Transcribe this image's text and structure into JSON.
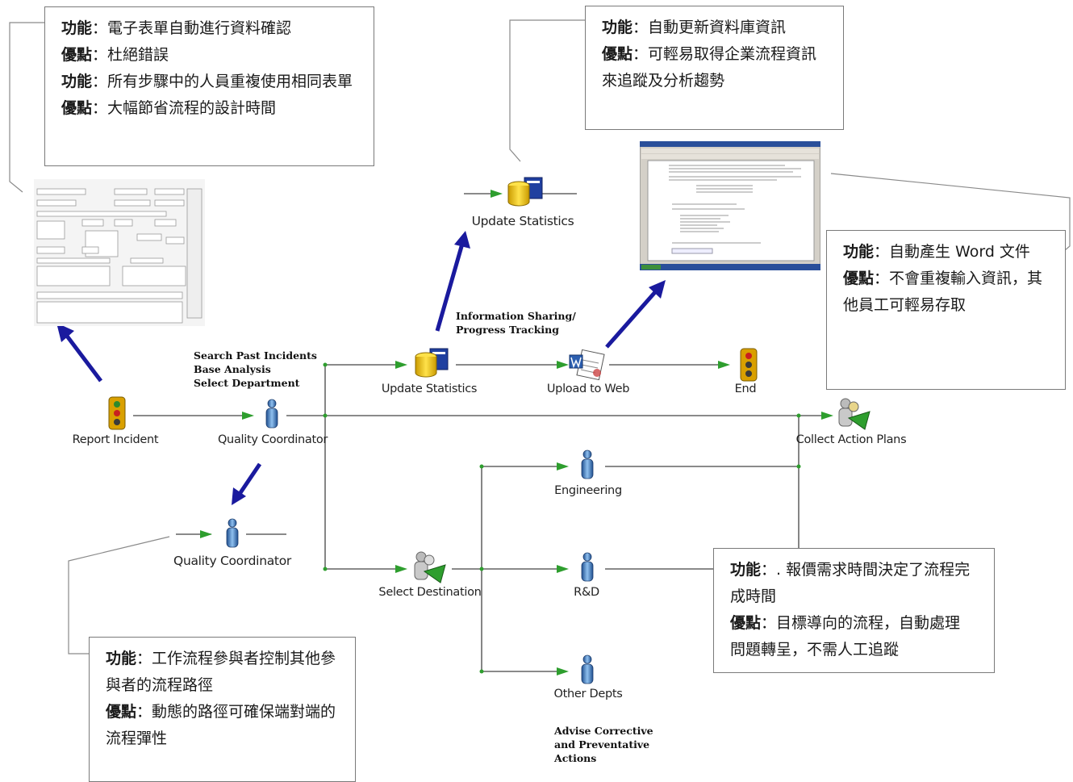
{
  "callouts": {
    "form": {
      "l1_key": "功能",
      "l1_text": "：電子表單自動進行資料確認",
      "l2_key": "優點",
      "l2_text": "：杜絕錯誤",
      "l3_key": "功能",
      "l3_text": "：所有步驟中的人員重複使用相同表單",
      "l4_key": "優點",
      "l4_text": "：大幅節省流程的設計時間"
    },
    "database": {
      "l1_key": "功能",
      "l1_text": "：自動更新資料庫資訊",
      "l2_key": "優點",
      "l2_text": "：可輕易取得企業流程資訊來追蹤及分析趨勢"
    },
    "word": {
      "l1_key": "功能",
      "l1_text": "：自動產生 Word 文件",
      "l2_key": "優點",
      "l2_text": "：不會重複輸入資訊，其他員工可輕易存取"
    },
    "routing": {
      "l1_key": "功能",
      "l1_text": "：工作流程參與者控制其他參與者的流程路徑",
      "l2_key": "優點",
      "l2_text": "：動態的路徑可確保端對端的流程彈性"
    },
    "quote": {
      "l1_key": "功能",
      "l1_text": "：. 報價需求時間決定了流程完成時間",
      "l2_key": "優點",
      "l2_text": "：目標導向的流程，自動處理問題轉呈，不需人工追蹤"
    }
  },
  "nodes": {
    "report_incident": "Report Incident",
    "quality_coordinator": "Quality Coordinator",
    "quality_coordinator_zoom": "Quality Coordinator",
    "update_statistics": "Update Statistics",
    "update_statistics_zoom": "Update Statistics",
    "upload_to_web": "Upload to Web",
    "end": "End",
    "collect_action_plans": "Collect Action Plans",
    "engineering": "Engineering",
    "select_destination": "Select Destination",
    "rnd": "R&D",
    "other_depts": "Other Depts"
  },
  "annotations": {
    "search": [
      "Search Past Incidents",
      "Base Analysis",
      "Select Department"
    ],
    "info": [
      "Information Sharing/",
      "Progress Tracking"
    ],
    "advise": [
      "Advise Corrective",
      "and Preventative",
      "Actions"
    ]
  },
  "colors": {
    "arrow_blue": "#1a1a9e",
    "connector_green": "#2e9e2e",
    "person_blue": "#3a7fc6",
    "db_yellow": "#f2c200",
    "callout_border": "#7a7a7a"
  },
  "icons": {
    "report_incident": "traffic-light-icon",
    "end": "traffic-light-icon",
    "quality_coordinator": "person-icon",
    "update_statistics": "database-icon",
    "upload_to_web": "word-document-icon",
    "select_destination": "people-decision-icon",
    "collect_action_plans": "people-decision-icon"
  }
}
